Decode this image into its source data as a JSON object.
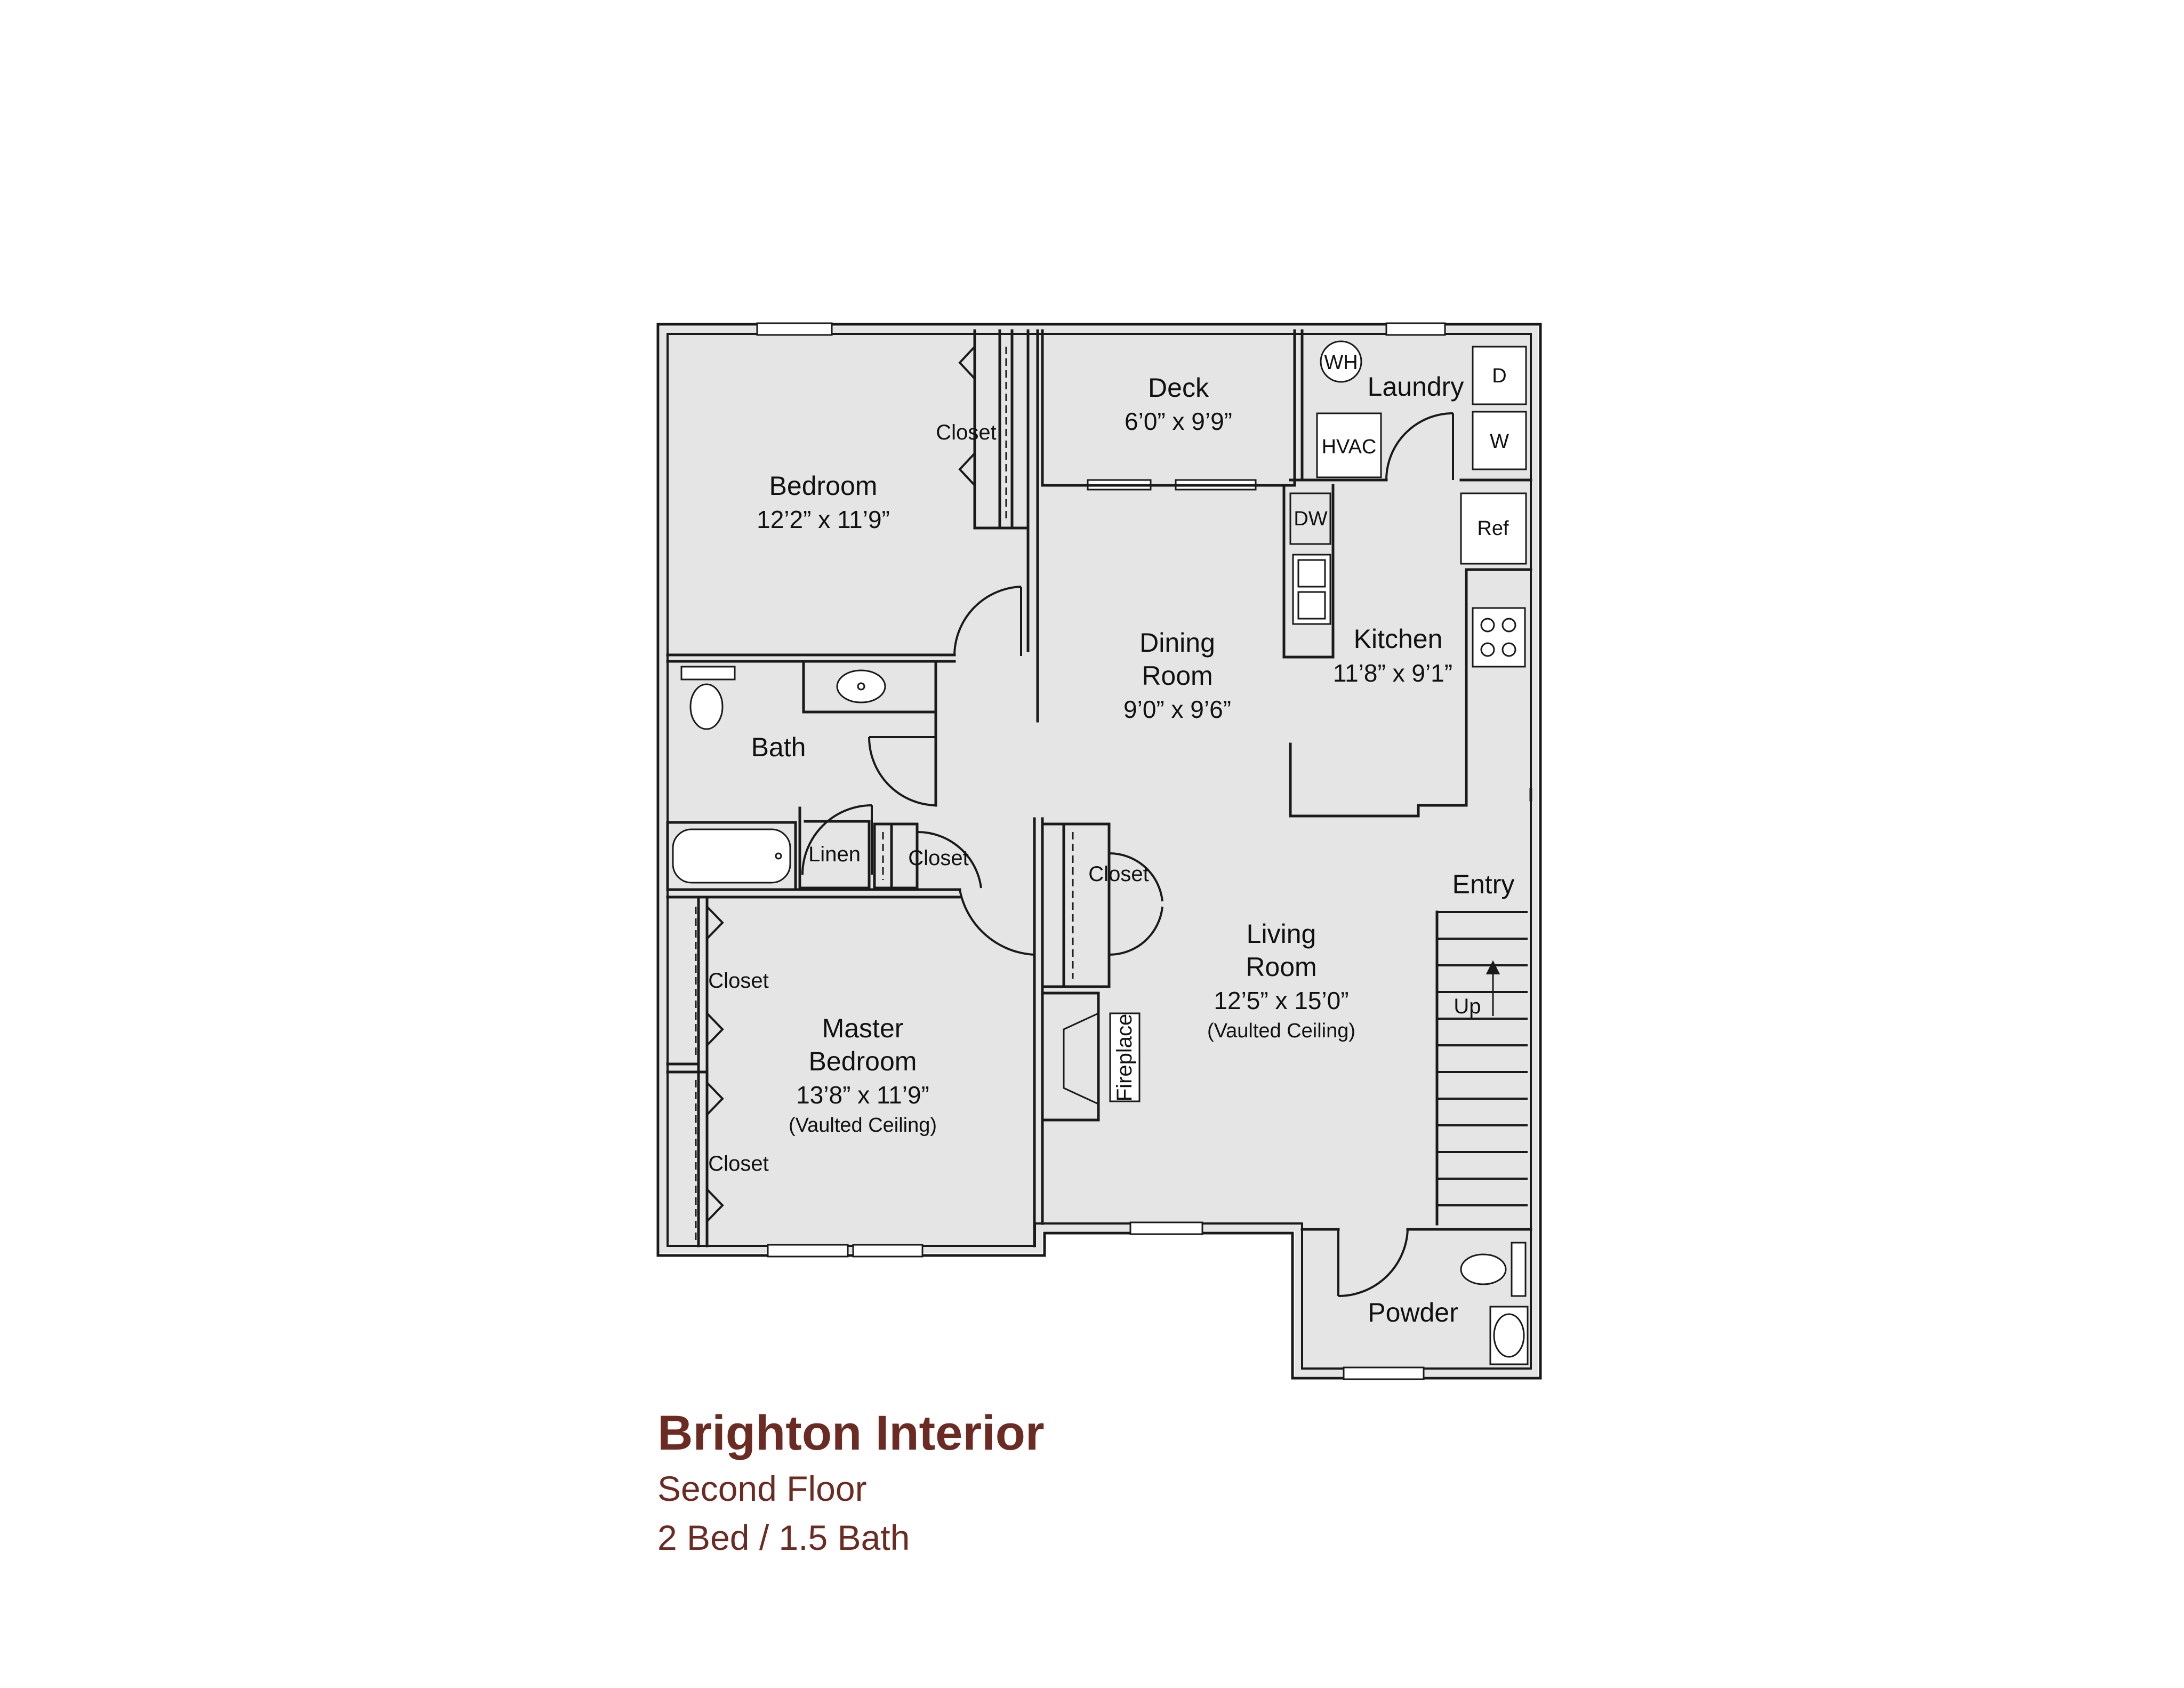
{
  "plan": {
    "rooms": {
      "bedroom": {
        "name": "Bedroom",
        "dims": "12’2” x 11’9”"
      },
      "deck": {
        "name": "Deck",
        "dims": "6’0” x 9’9”"
      },
      "laundry": {
        "name": "Laundry"
      },
      "dining": {
        "name_line1": "Dining",
        "name_line2": "Room",
        "dims": "9’0” x 9’6”"
      },
      "kitchen": {
        "name": "Kitchen",
        "dims": "11’8” x 9’1”"
      },
      "bath": {
        "name": "Bath"
      },
      "linen": {
        "name": "Linen"
      },
      "living": {
        "name_line1": "Living",
        "name_line2": "Room",
        "dims": "12’5” x 15’0”",
        "note": "(Vaulted Ceiling)"
      },
      "entry": {
        "name": "Entry"
      },
      "master": {
        "name_line1": "Master",
        "name_line2": "Bedroom",
        "dims": "13’8” x 11’9”",
        "note": "(Vaulted Ceiling)"
      },
      "powder": {
        "name": "Powder"
      }
    },
    "closet_label": "Closet",
    "appliances": {
      "water_heater": "WH",
      "hvac": "HVAC",
      "dryer": "D",
      "washer": "W",
      "refrigerator": "Ref",
      "dishwasher": "DW"
    },
    "fireplace": "Fireplace",
    "stairs_label": "Up"
  },
  "caption": {
    "title": "Brighton Interior",
    "subtitle": "Second Floor",
    "beds_baths": "2 Bed / 1.5 Bath"
  },
  "colors": {
    "floor": "#e5e5e5",
    "wall": "#1a1a1a",
    "caption": "#6b2a22"
  }
}
